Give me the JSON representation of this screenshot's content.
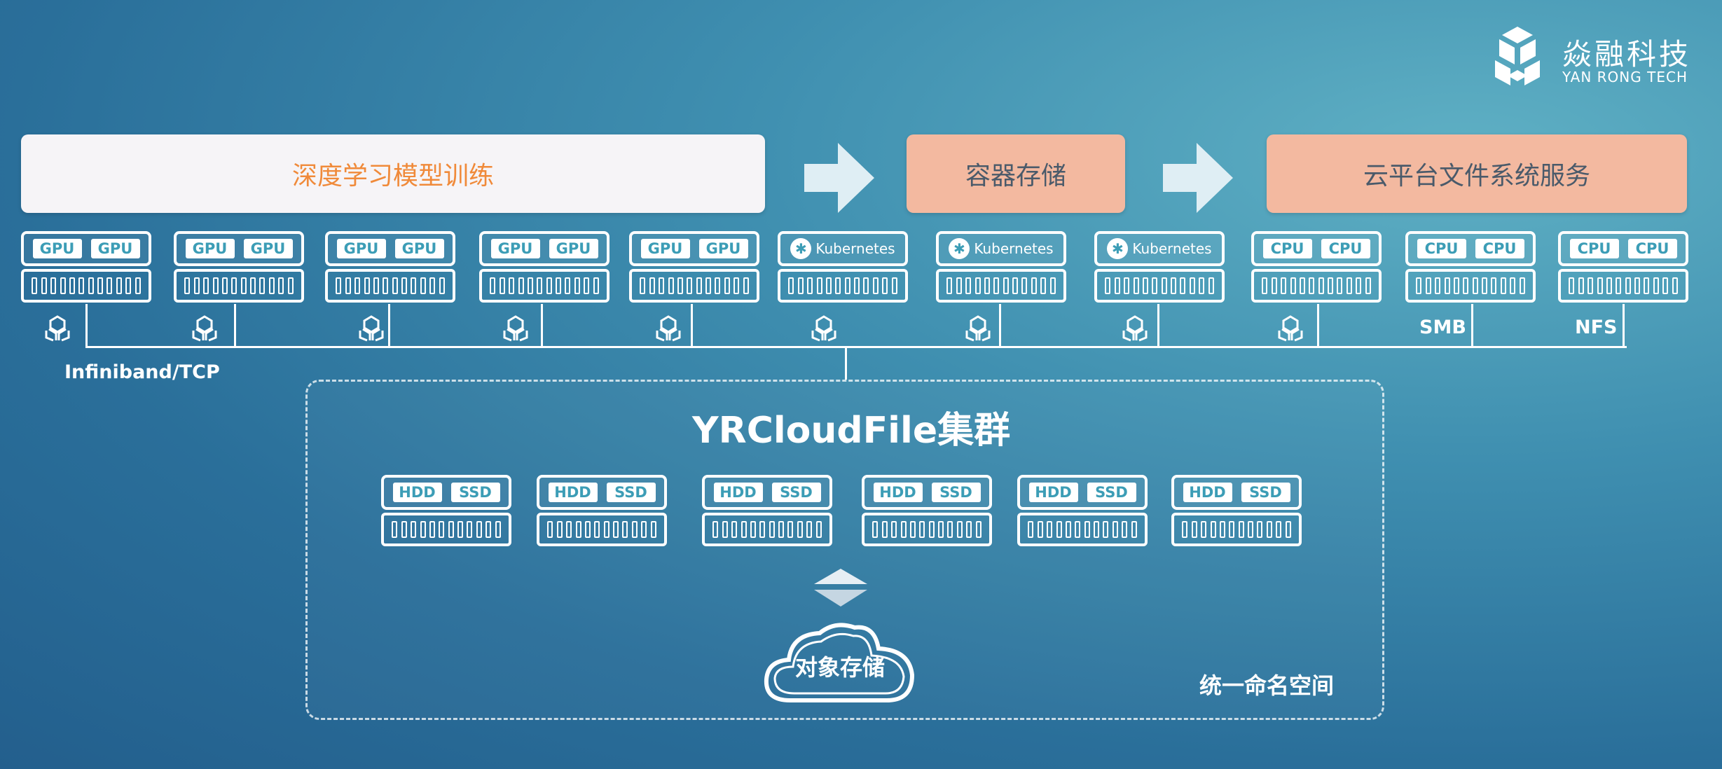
{
  "logo": {
    "name_cn": "焱融科技",
    "name_en": "YAN RONG TECH"
  },
  "banners": {
    "training": "深度学习模型训练",
    "container": "容器存储",
    "cloud": "云平台文件系统服务"
  },
  "servers": [
    {
      "chips": [
        "GPU",
        "GPU"
      ]
    },
    {
      "chips": [
        "GPU",
        "GPU"
      ]
    },
    {
      "chips": [
        "GPU",
        "GPU"
      ]
    },
    {
      "chips": [
        "GPU",
        "GPU"
      ]
    },
    {
      "chips": [
        "GPU",
        "GPU"
      ]
    },
    {
      "k8s": "Kubernetes"
    },
    {
      "k8s": "Kubernetes"
    },
    {
      "k8s": "Kubernetes"
    },
    {
      "chips": [
        "CPU",
        "CPU"
      ]
    },
    {
      "chips": [
        "CPU",
        "CPU"
      ]
    },
    {
      "chips": [
        "CPU",
        "CPU"
      ]
    }
  ],
  "network": {
    "label": "Infiniband/TCP",
    "smb": "SMB",
    "nfs": "NFS"
  },
  "cluster": {
    "title": "YRCloudFile集群",
    "storage_nodes": [
      {
        "chips": [
          "HDD",
          "SSD"
        ]
      },
      {
        "chips": [
          "HDD",
          "SSD"
        ]
      },
      {
        "chips": [
          "HDD",
          "SSD"
        ]
      },
      {
        "chips": [
          "HDD",
          "SSD"
        ]
      },
      {
        "chips": [
          "HDD",
          "SSD"
        ]
      },
      {
        "chips": [
          "HDD",
          "SSD"
        ]
      }
    ],
    "object_storage": "对象存储",
    "namespace": "统一命名空间"
  },
  "colors": {
    "accent_orange": "#f08a3a",
    "banner_peach": "#f3b9a0",
    "chip_text": "#3c9db6"
  }
}
